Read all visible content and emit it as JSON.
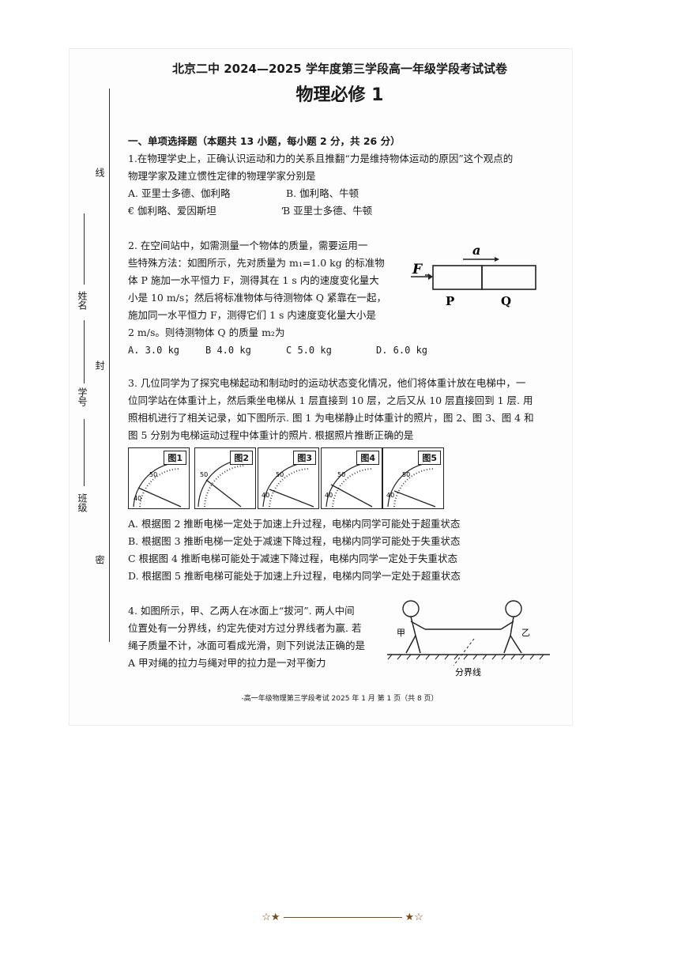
{
  "header": {
    "title": "北京二中 2024—2025 学年度第三学段高一年级学段考试试卷",
    "subject": "物理必修 1"
  },
  "margin": {
    "seal_chars": [
      "线",
      "封",
      "密"
    ],
    "fields": [
      "姓名",
      "学号",
      "班级"
    ]
  },
  "section1": {
    "heading": "一、单项选择题（本题共 13 小题，每小题 2 分，共 26 分）"
  },
  "q1": {
    "lines": [
      "1.在物理学史上，正确认识运动和力的关系且推翻“力是维持物体运动的原因”这个观点的",
      "物理学家及建立惯性定律的物理学家分别是"
    ],
    "options": [
      "A.  亚里士多德、伽利略",
      "B.  伽利略、牛顿",
      "€  伽利略、爱因斯坦",
      "Ɓ  亚里士多德、牛顿"
    ]
  },
  "q2": {
    "lines": [
      "2. 在空间站中，如需测量一个物体的质量，需要运用一",
      "些特殊方法：如图所示，先对质量为 m₁=1.0 kg 的标准物",
      "体 P 施加一水平恒力 F，测得其在 1 s 内的速度变化量大",
      "小是 10 m/s；然后将标准物体与待测物体 Q 紧靠在一起，",
      "施加同一水平恒力 F，测得它们 1 s 内速度变化量大小是",
      "2 m/s。则待测物体 Q 的质量 m₂为"
    ],
    "options": [
      "A. 3.0 kg",
      "B  4.0 kg",
      "C  5.0 kg",
      "D. 6.0 kg"
    ],
    "figure": {
      "force": "F",
      "accel": "a",
      "p": "P",
      "q": "Q"
    }
  },
  "q3": {
    "lines": [
      "3. 几位同学为了探究电梯起动和制动时的运动状态变化情况，他们将体重计放在电梯中，一",
      "位同学站在体重计上，然后乘坐电梯从 1 层直接到 10 层，之后又从 10 层直接回到 1 层. 用",
      "照相机进行了相关记录，如下图所示. 图 1 为电梯静止时体重计的照片，图 2、图 3、图 4 和",
      "图 5 分别为电梯运动过程中体重计的照片. 根据照片推断正确的是"
    ],
    "gauges": [
      {
        "label": "图1",
        "ticks": [
          "40",
          "50"
        ]
      },
      {
        "label": "图2",
        "ticks": [
          "50"
        ]
      },
      {
        "label": "图3",
        "ticks": [
          "40",
          "50"
        ]
      },
      {
        "label": "图4",
        "ticks": [
          "40",
          "50"
        ]
      },
      {
        "label": "图5",
        "ticks": [
          "40",
          "50"
        ]
      }
    ],
    "options": [
      "A. 根据图 2 推断电梯一定处于加速上升过程，电梯内同学可能处于超重状态",
      "B. 根据图 3 推断电梯一定处于减速下降过程，电梯内同学可能处于失重状态",
      "C  根据图 4 推断电梯可能处于减速下降过程，电梯内同学一定处于失重状态",
      "D. 根据图 5 推断电梯可能处于加速上升过程，电梯内同学一定处于超重状态"
    ]
  },
  "q4": {
    "lines": [
      "4. 如图所示，甲、乙两人在冰面上“拔河”. 两人中间",
      "位置处有一分界线，约定先使对方过分界线者为赢. 若",
      "绳子质量不计，冰面可看成光滑，则下列说法正确的是",
      "A   甲对绳的拉力与绳对甲的拉力是一对平衡力"
    ],
    "figure": {
      "left": "甲",
      "right": "乙",
      "divider": "分界线"
    }
  },
  "footer": {
    "text": "-高一年级物理第三学段考试 2025 年 1 月   第 1 页（共 8 页）"
  },
  "bottom": {
    "left_stars": "☆★",
    "right_stars": "★☆"
  }
}
